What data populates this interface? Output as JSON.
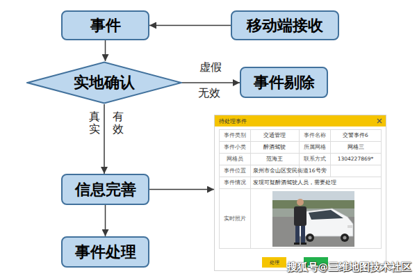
{
  "diagram": {
    "nodes": [
      {
        "text": [
          "事件"
        ]
      },
      {
        "text": [
          "移动端接收"
        ]
      },
      {
        "text": [
          "实地确认"
        ]
      },
      {
        "text": [
          "事件剔除"
        ]
      },
      {
        "text": [
          "信息完善"
        ]
      },
      {
        "text": [
          "事件处理"
        ]
      },
      {
        "text": [
          "待处理事件"
        ]
      }
    ],
    "edges": [
      {
        "from": 1,
        "to": 0,
        "arrow": "to"
      },
      {
        "from": 0,
        "to": 2,
        "arrow": "to"
      },
      {
        "from": 2,
        "to": 3,
        "label": "虚假",
        "arrow": "to"
      },
      {
        "from": 2,
        "to": 4,
        "label": "真实",
        "arrow": "to"
      },
      {
        "from": 4,
        "to": 5,
        "arrow": "to"
      },
      {
        "from": 4,
        "to": 6,
        "arrow": "to"
      }
    ],
    "labels": [
      "无效",
      "有效",
      "事件类别",
      "交通管理",
      "事件名称",
      "交警事件6",
      "事件小类",
      "醉酒驾驶",
      "所属网格",
      "网格三",
      "网格员",
      "范海王",
      "联系方式",
      "1304227869*",
      "事件位置",
      "泉州市金山区安民街道16号旁",
      "事件情况",
      "发现可疑醉酒驾驶人员，需要处理",
      "实时照片",
      "处理",
      "搜狐号@三维地图技术社区"
    ]
  }
}
